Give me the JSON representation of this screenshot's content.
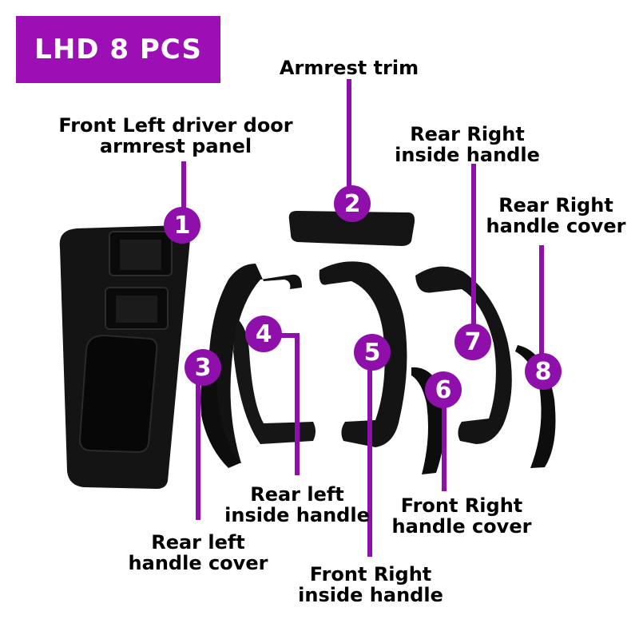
{
  "badge": {
    "text": "LHD 8 PCS"
  },
  "colors": {
    "accent": "#9b0fb5",
    "part": "#141414"
  },
  "parts": [
    {
      "number": "1",
      "lines": [
        "Front Left driver door",
        "armrest panel"
      ]
    },
    {
      "number": "2",
      "lines": [
        "Armrest trim"
      ]
    },
    {
      "number": "3",
      "lines": [
        "Rear left",
        "handle cover"
      ]
    },
    {
      "number": "4",
      "lines": [
        "Rear left",
        "inside handle"
      ]
    },
    {
      "number": "5",
      "lines": [
        "Front Right",
        "inside handle"
      ]
    },
    {
      "number": "6",
      "lines": [
        "Front Right",
        "handle cover"
      ]
    },
    {
      "number": "7",
      "lines": [
        "Rear Right",
        "inside handle"
      ]
    },
    {
      "number": "8",
      "lines": [
        "Rear Right",
        "handle cover"
      ]
    }
  ]
}
